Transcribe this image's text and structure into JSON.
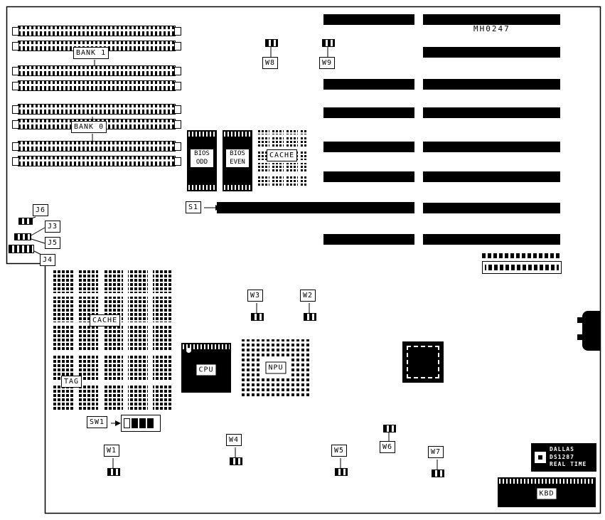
{
  "diagram": {
    "part_number": "MH0247",
    "labels": {
      "bank1": "BANK 1",
      "bank0": "BANK 0",
      "w1": "W1",
      "w2": "W2",
      "w3": "W3",
      "w4": "W4",
      "w5": "W5",
      "w6": "W6",
      "w7": "W7",
      "w8": "W8",
      "w9": "W9",
      "j3": "J3",
      "j4": "J4",
      "j5": "J5",
      "j6": "J6",
      "s1": "S1",
      "sw1": "SW1",
      "cache_top": "CACHE",
      "cache_left": "CACHE",
      "tag": "TAG",
      "cpu": "CPU",
      "npu": "NPU",
      "kbd": "KBD",
      "bios_odd": [
        "BIOS",
        "ODD"
      ],
      "bios_even": [
        "BIOS",
        "EVEN"
      ],
      "rtc": [
        "DALLAS",
        "DS1287",
        "REAL TIME"
      ]
    }
  }
}
